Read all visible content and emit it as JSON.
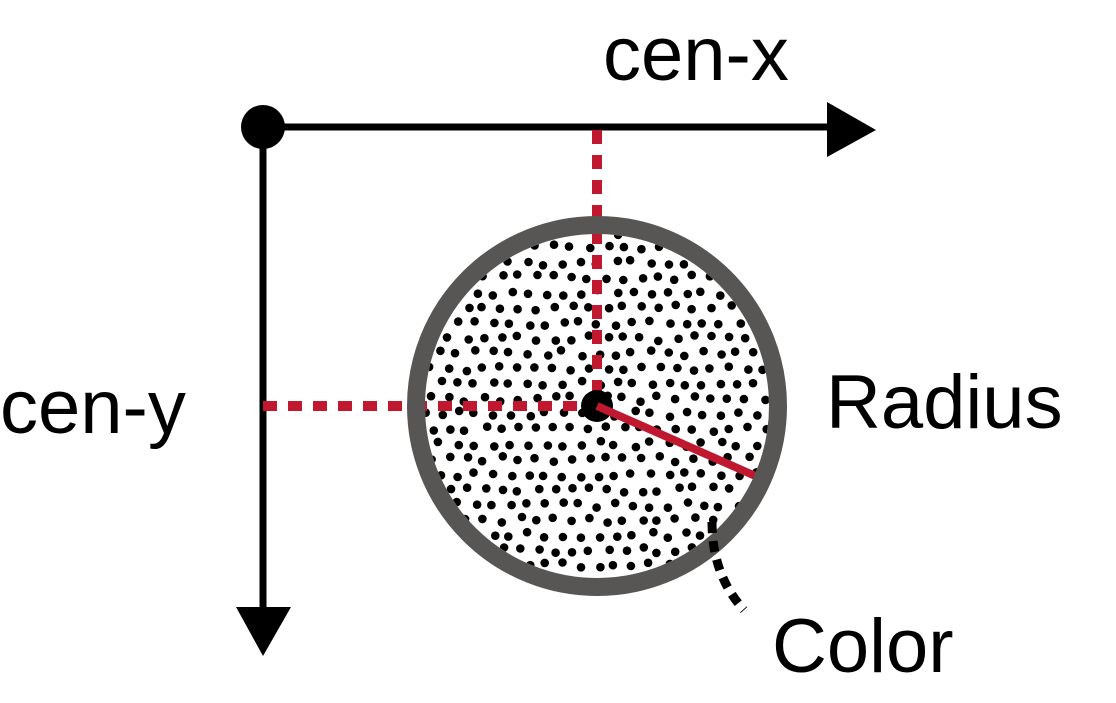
{
  "labels": {
    "cen_x": "cen-x",
    "cen_y": "cen-y",
    "radius": "Radius",
    "color": "Color"
  },
  "colors": {
    "axis": "#000000",
    "guide": "#c0182e",
    "ring": "#575655",
    "dots": "#000000",
    "background": "#ffffff"
  }
}
